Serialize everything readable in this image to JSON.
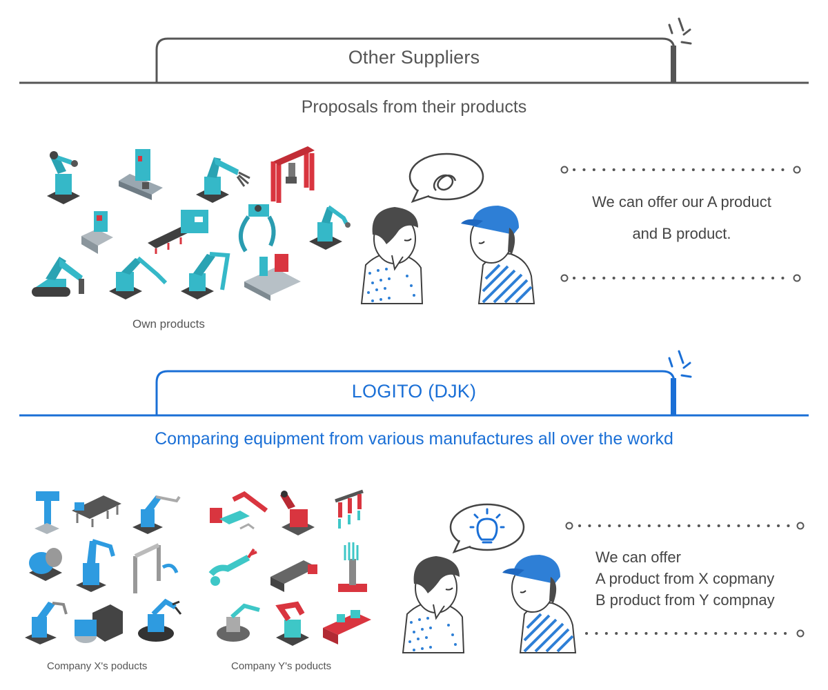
{
  "top": {
    "tab_title": "Other Suppliers",
    "subtitle": "Proposals from their products",
    "products_caption": "Own products",
    "offer_line1": "We can offer our A product",
    "offer_line2": "and B product.",
    "accent": "#555555"
  },
  "bottom": {
    "tab_title": "LOGITO (DJK)",
    "subtitle": "Comparing equipment from various manufactures all over the workd",
    "caption_x": "Company X's poducts",
    "caption_y": "Company Y's poducts",
    "offer_line1": "We can offer",
    "offer_line2": "A product from X copmany",
    "offer_line3": "B product from Y compnay",
    "accent": "#1a6fd6"
  },
  "colors": {
    "teal": "#35b8c8",
    "blue": "#2e9be0",
    "red": "#d9353f",
    "dark": "#3f3f3f",
    "gray": "#777777"
  }
}
